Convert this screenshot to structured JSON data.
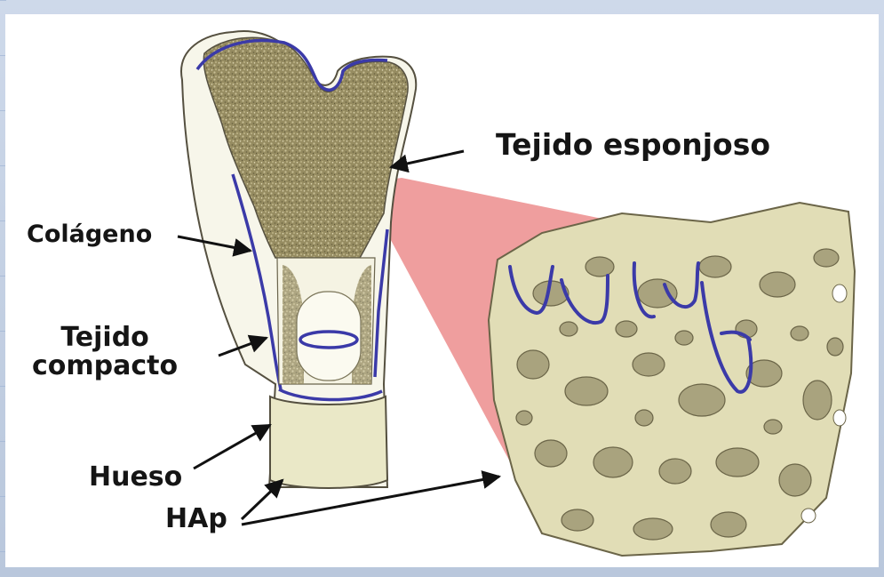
{
  "colors": {
    "background": "#c8d4e6",
    "panel": "#ffffff",
    "cancellous_fill": "#968c61",
    "bone_cream": "#eae8c7",
    "bone_outline": "#555040",
    "collagen": "#3b3aa8",
    "zoom_wedge": "#ec8d8d",
    "label_text": "#151515"
  },
  "labels": {
    "tejido_esponjoso": "Tejido esponjoso",
    "colageno": "Colágeno",
    "tejido_compacto_line1": "Tejido",
    "tejido_compacto_line2": "compacto",
    "hueso": "Hueso",
    "hap": "HAp"
  },
  "icons": [
    "arrow-icon"
  ]
}
